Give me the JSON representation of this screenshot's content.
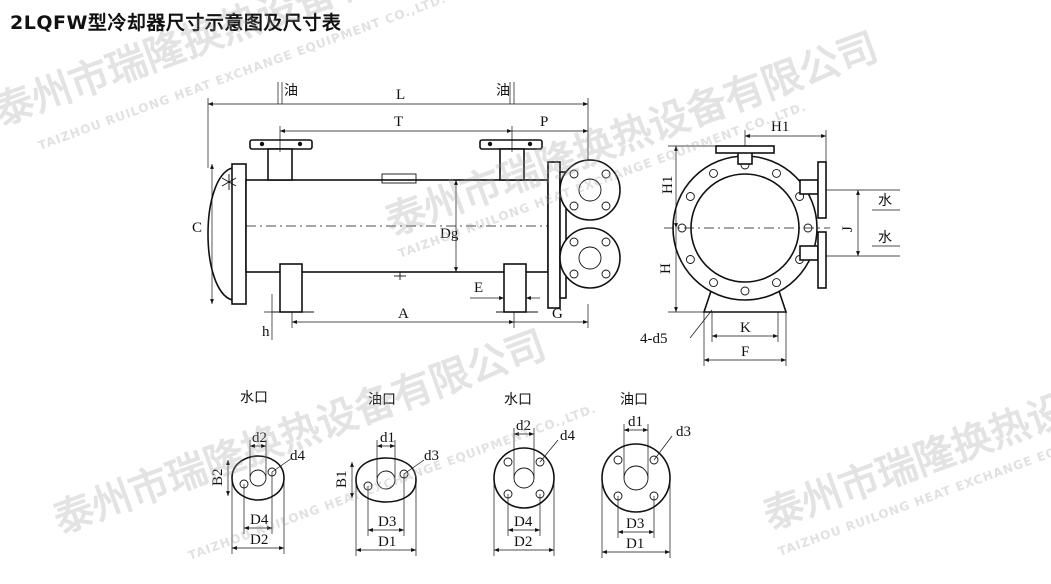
{
  "title": "2LQFW型冷却器尺寸示意图及尺寸表",
  "watermark": {
    "cn_a": "泰州市瑞隆换热设备有限公司",
    "en": "TAIZHOU RUILONG HEAT EXCHANGE EQUIPMENT CO.,LTD."
  },
  "front_view": {
    "oil_left": "油",
    "oil_right": "油",
    "L": "L",
    "T": "T",
    "P": "P",
    "C": "C",
    "Dg": "Dg",
    "A": "A",
    "G": "G",
    "E": "E",
    "h": "h"
  },
  "side_view": {
    "H1": "H1",
    "H": "H",
    "J": "J",
    "K": "K",
    "F": "F",
    "holes": "4-d5",
    "water_top": "水",
    "water_bottom": "水"
  },
  "ports": [
    {
      "title": "水口",
      "d_small": "d2",
      "d_hole": "d4",
      "B": "B2",
      "D_inner": "D4",
      "D_outer": "D2"
    },
    {
      "title": "油口",
      "d_small": "d1",
      "d_hole": "d3",
      "B": "B1",
      "D_inner": "D3",
      "D_outer": "D1"
    },
    {
      "title": "水口",
      "d_small": "d2",
      "d_hole": "d4",
      "D_inner": "D4",
      "D_outer": "D2"
    },
    {
      "title": "油口",
      "d_small": "d1",
      "d_hole": "d3",
      "D_inner": "D3",
      "D_outer": "D1"
    }
  ]
}
